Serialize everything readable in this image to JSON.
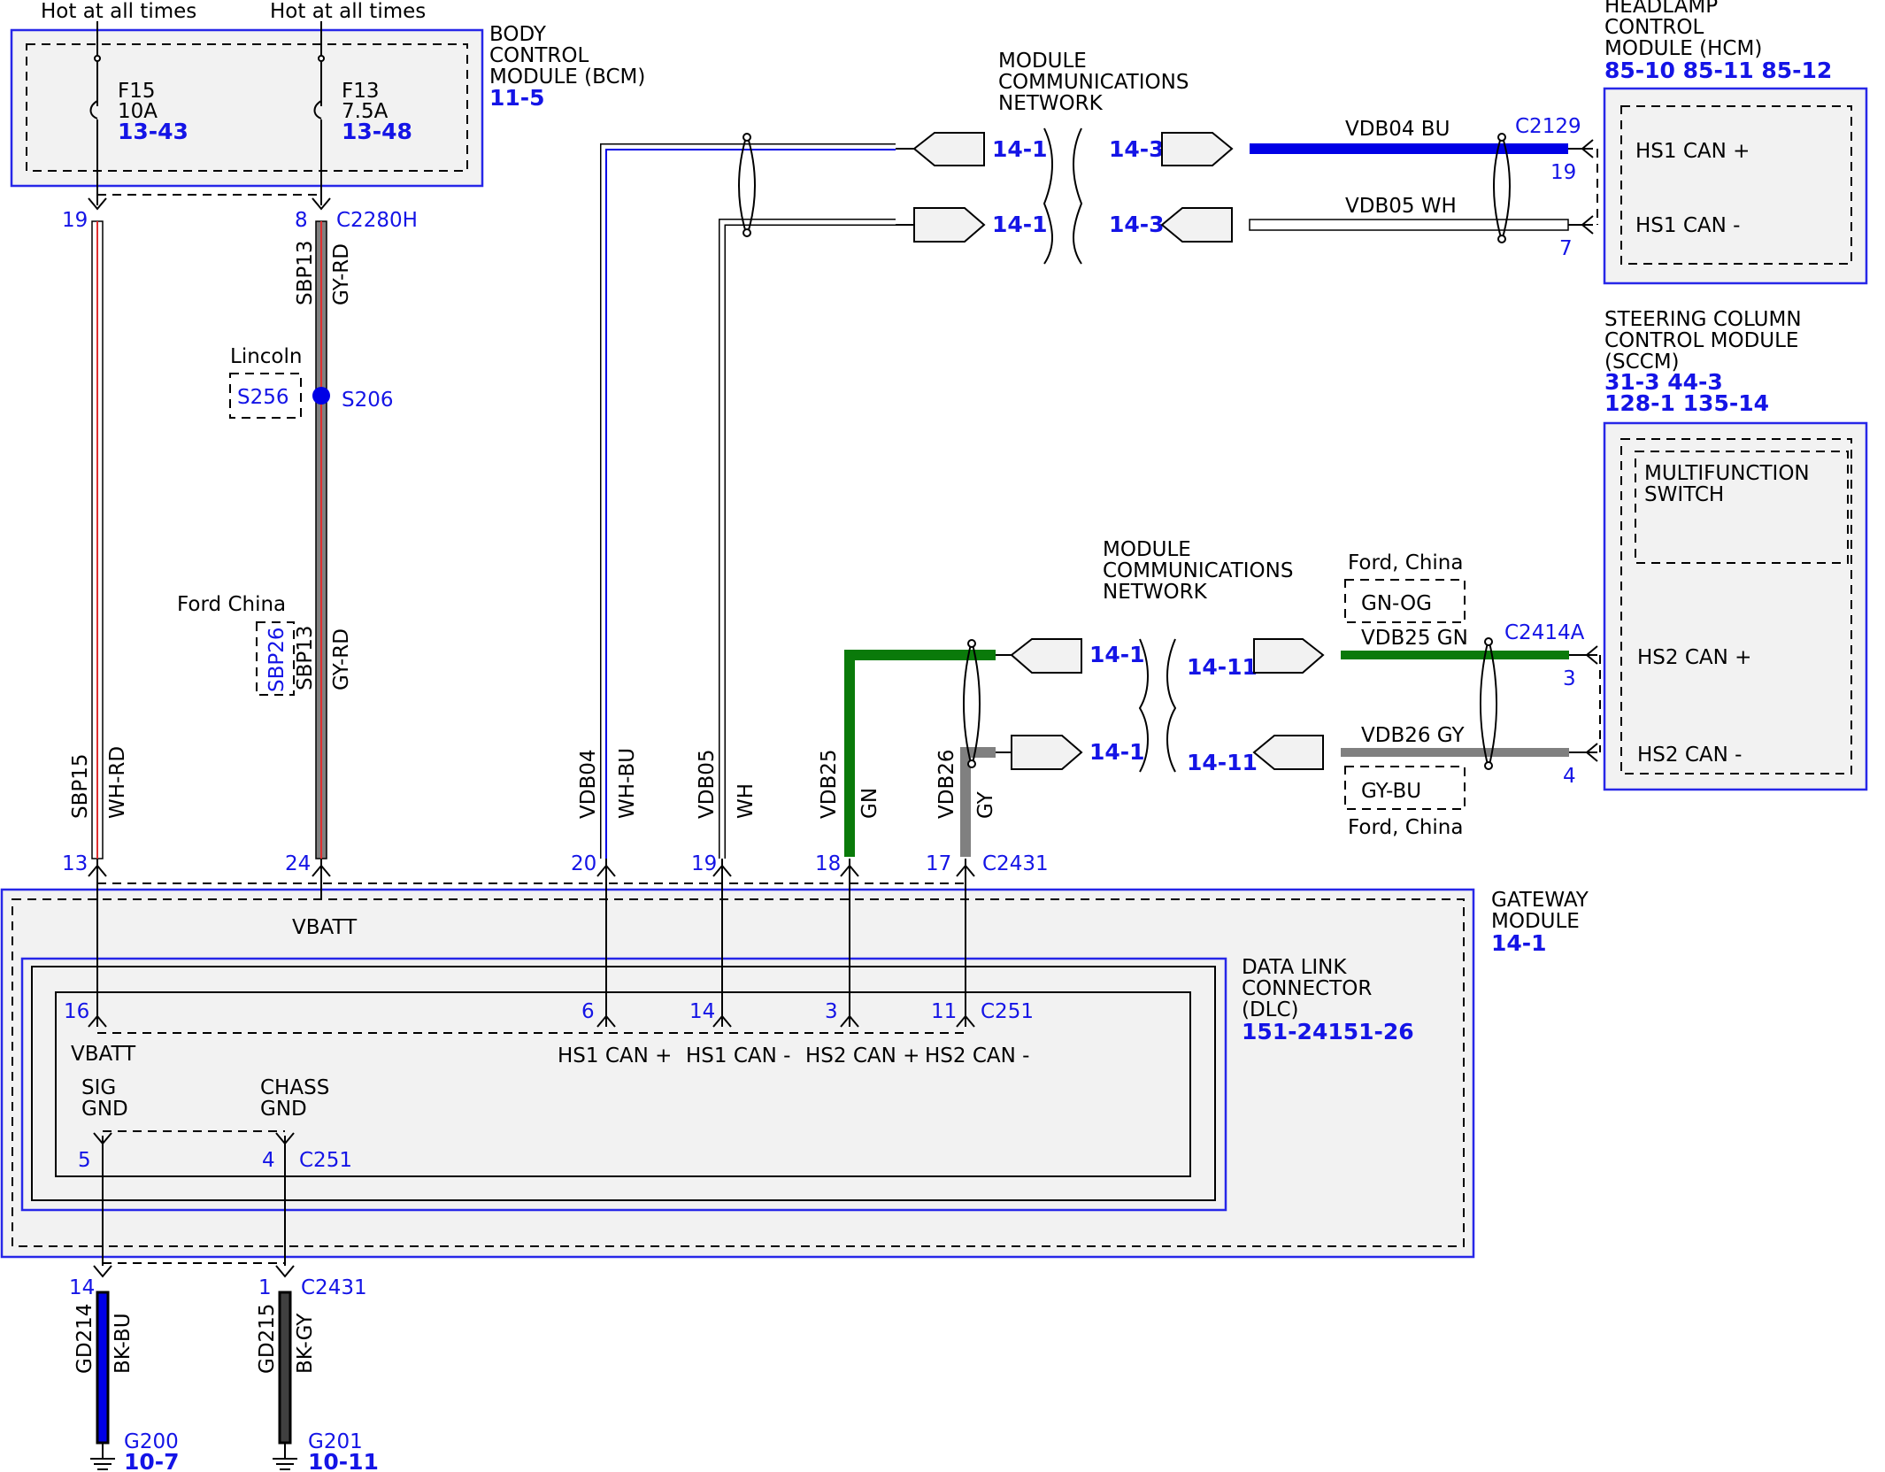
{
  "colors": {
    "blue_wire": "#0000e6",
    "green_wire": "#0a7a0a",
    "gray_wire": "#808080",
    "red_stripe": "#e03030",
    "module_border": "#2727e8",
    "ref_text": "#1414e6"
  },
  "bcm": {
    "title_lines": [
      "BODY",
      "CONTROL",
      "MODULE (BCM)"
    ],
    "ref": "11-5",
    "hot1": "Hot at all times",
    "hot2": "Hot at all times",
    "fuse1": {
      "name": "F15",
      "rating": "10A",
      "ref": "13-43"
    },
    "fuse2": {
      "name": "F13",
      "rating": "7.5A",
      "ref": "13-48"
    }
  },
  "hcm": {
    "title_lines": [
      "HEADLAMP",
      "CONTROL",
      "MODULE (HCM)"
    ],
    "refs": "85-10 85-11 85-12",
    "pin_plus": "HS1 CAN +",
    "pin_minus": "HS1 CAN -",
    "pin_plus_no": "19",
    "pin_minus_no": "7",
    "connector": "C2129"
  },
  "sccm": {
    "title_lines": [
      "STEERING COLUMN",
      "CONTROL MODULE",
      "(SCCM)"
    ],
    "refs1": "31-3  44-3",
    "refs2": "128-1  135-14",
    "inner_lines": [
      "MULTIFUNCTION",
      "SWITCH"
    ],
    "pin_plus": "HS2 CAN +",
    "pin_minus": "HS2 CAN -",
    "pin_plus_no": "3",
    "pin_minus_no": "4",
    "connector": "C2414A"
  },
  "mcn1": {
    "lines": [
      "MODULE",
      "COMMUNICATIONS",
      "NETWORK"
    ],
    "left1": "14-1",
    "left2": "14-1",
    "right1": "14-3",
    "right2": "14-3"
  },
  "mcn2": {
    "lines": [
      "MODULE",
      "COMMUNICATIONS",
      "NETWORK"
    ],
    "left1": "14-1",
    "left2": "14-1",
    "right1": "14-11",
    "right2": "14-11"
  },
  "wires": {
    "vdb04_top": "VDB04  BU",
    "vdb05_top": "VDB05  WH",
    "vdb25_top": "VDB25  GN",
    "vdb26_top": "VDB26  GY",
    "ford_china_1": "Ford, China",
    "gn_og": "GN-OG",
    "gy_bu": "GY-BU",
    "ford_china_2": "Ford, China",
    "sbp15": "SBP15",
    "wh_rd": "WH-RD",
    "sbp13a": "SBP13",
    "gy_rd_a": "GY-RD",
    "sbp13b": "SBP13",
    "gy_rd_b": "GY-RD",
    "sbp26": "SBP26",
    "vdb04": "VDB04",
    "wh_bu": "WH-BU",
    "vdb05": "VDB05",
    "wh": "WH",
    "vdb25": "VDB25",
    "gn": "GN",
    "vdb26": "VDB26",
    "gy": "GY",
    "lincoln": "Lincoln",
    "s256": "S256",
    "s206": "S206",
    "ford_china_left": "Ford China",
    "gd214": "GD214",
    "bk_bu": "BK-BU",
    "gd215": "GD215",
    "bk_gy": "BK-GY"
  },
  "pins": {
    "p19": "19",
    "p8": "8",
    "c2280h": "C2280H",
    "p13": "13",
    "p24": "24",
    "p20": "20",
    "p19b": "19",
    "p18": "18",
    "p17": "17",
    "c2431": "C2431",
    "p16": "16",
    "p6": "6",
    "p14": "14",
    "p3": "3",
    "p11": "11",
    "c251": "C251",
    "p5": "5",
    "p4": "4",
    "c251b": "C251",
    "p14b": "14",
    "p1": "1",
    "c2431b": "C2431"
  },
  "gateway": {
    "title_lines": [
      "GATEWAY",
      "MODULE"
    ],
    "ref": "14-1",
    "vbatt": "VBATT"
  },
  "dlc": {
    "title_lines": [
      "DATA LINK",
      "CONNECTOR",
      "(DLC)"
    ],
    "ref": "151-24151-26",
    "vbatt": "VBATT",
    "hs1p": "HS1 CAN +",
    "hs1m": "HS1 CAN -",
    "hs2p": "HS2 CAN +",
    "hs2m": "HS2 CAN -",
    "sig1": "SIG",
    "sig2": "GND",
    "chass1": "CHASS",
    "chass2": "GND"
  },
  "grounds": {
    "g200": "G200",
    "g200_ref": "10-7",
    "g201": "G201",
    "g201_ref": "10-11"
  }
}
